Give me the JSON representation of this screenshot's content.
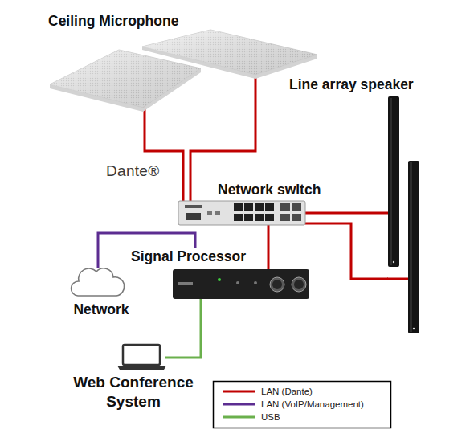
{
  "diagram": {
    "nodes": [
      {
        "text": [
          "Ceiling Microphone"
        ]
      },
      {
        "text": [
          "Line array speaker"
        ]
      },
      {
        "text": [
          "Network switch"
        ]
      },
      {
        "text": [
          "Signal Processor"
        ]
      },
      {
        "text": [
          "Network"
        ]
      },
      {
        "text": [
          "Web Conference System"
        ]
      }
    ],
    "edges": [
      {
        "from": 0,
        "to": 2,
        "arrow": "none"
      },
      {
        "from": 0,
        "to": 2,
        "arrow": "none"
      },
      {
        "from": 2,
        "to": 1,
        "arrow": "none"
      },
      {
        "from": 2,
        "to": 1,
        "arrow": "none"
      },
      {
        "from": 2,
        "to": 3,
        "arrow": "none"
      },
      {
        "from": 4,
        "to": 3,
        "arrow": "none"
      },
      {
        "from": 3,
        "to": 5,
        "arrow": "none"
      }
    ],
    "labels": [
      "Dante®"
    ],
    "legend": [
      {
        "text": "LAN (Dante)"
      },
      {
        "text": "LAN (VoIP/Management)"
      },
      {
        "text": "USB"
      }
    ]
  }
}
